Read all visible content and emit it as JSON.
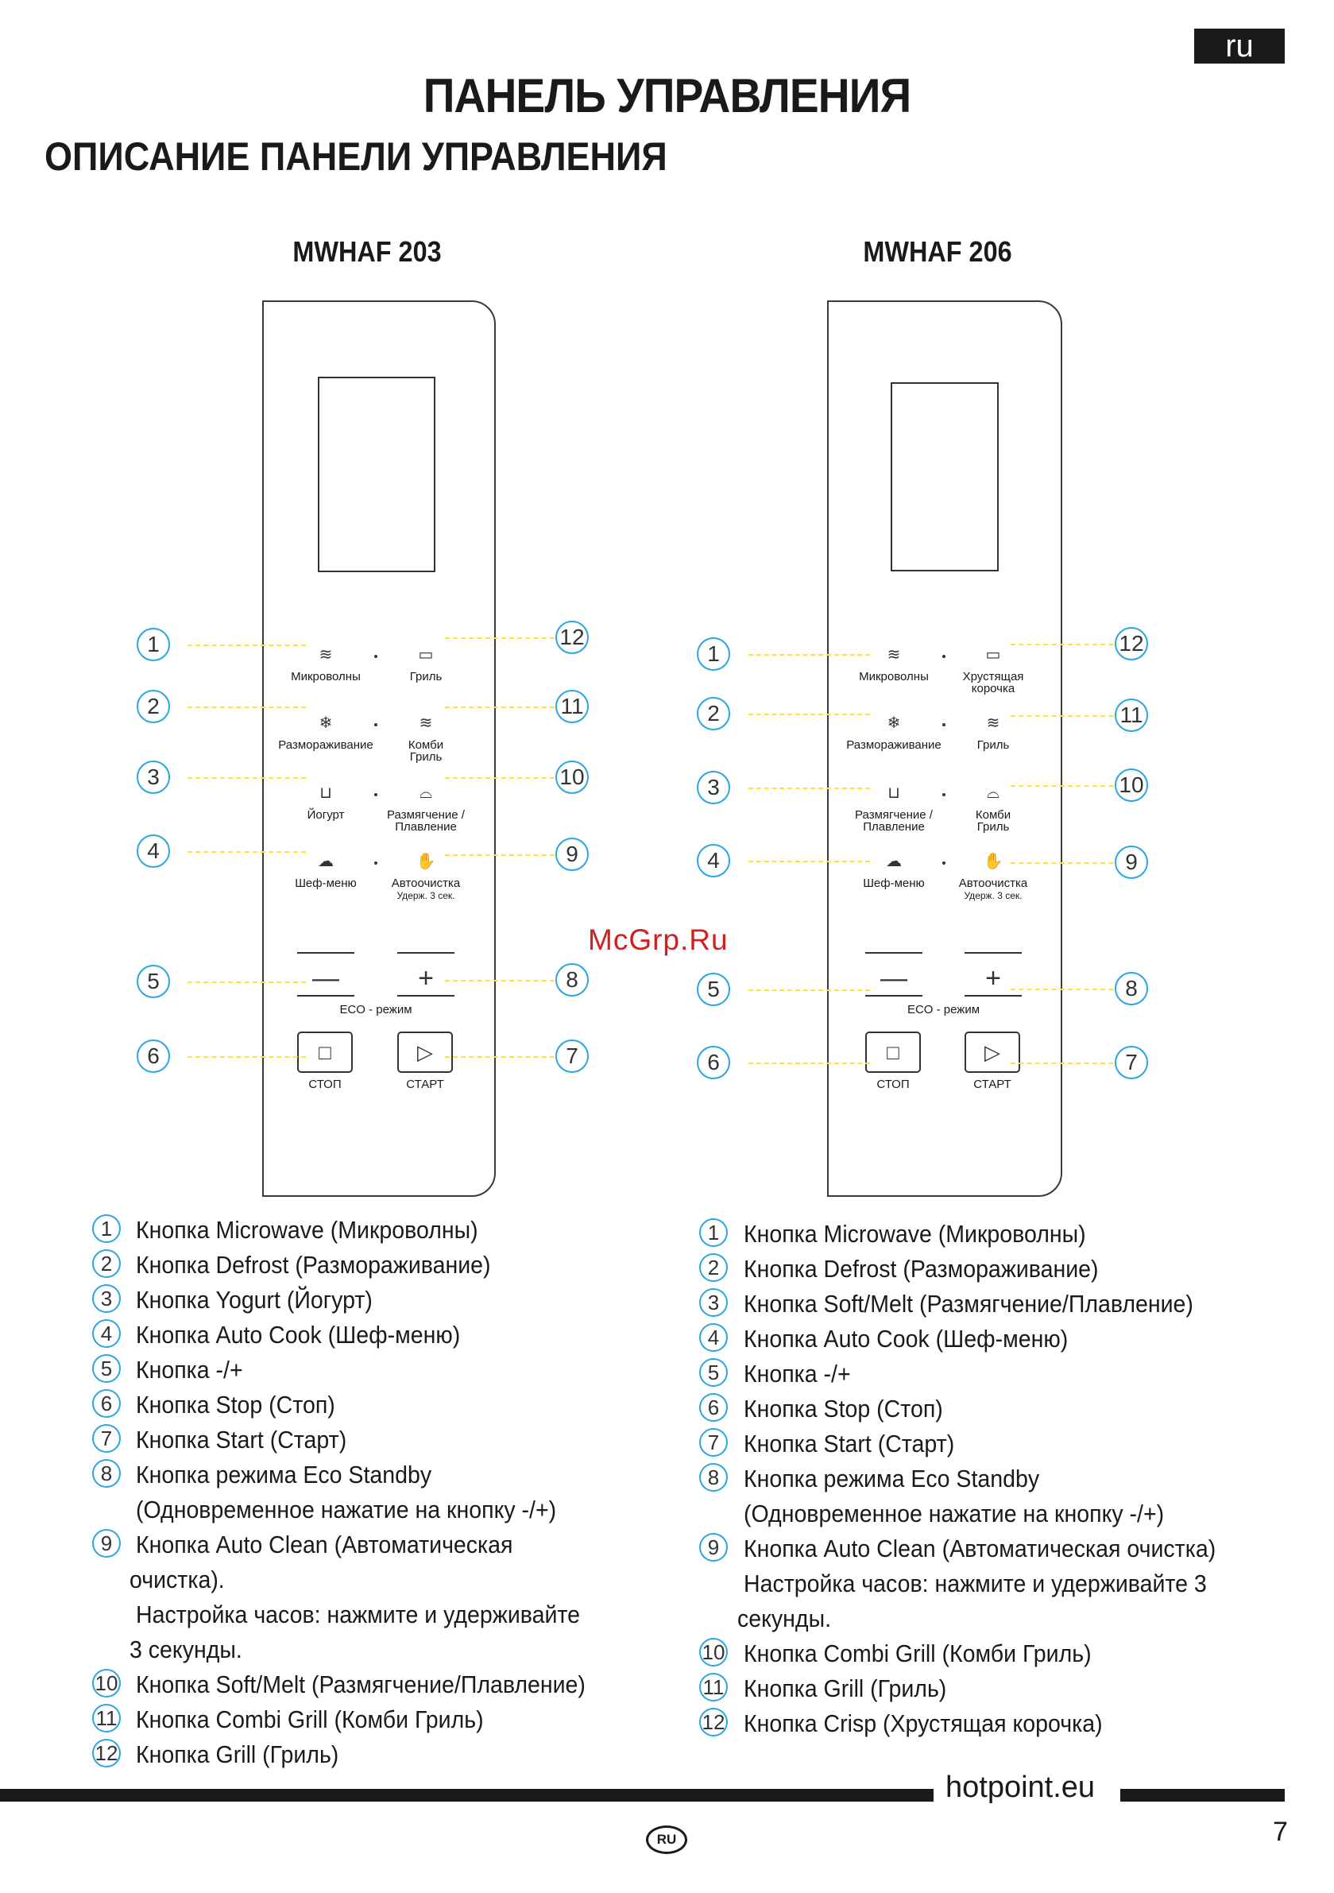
{
  "lang_tag": "ru",
  "title": "ПАНЕЛЬ УПРАВЛЕНИЯ",
  "subtitle": "ОПИСАНИЕ ПАНЕЛИ УПРАВЛЕНИЯ",
  "watermark": "McGrp.Ru",
  "panels": [
    {
      "model": "MWHAF 203",
      "buttons": {
        "b1": "Микроволны",
        "b12": "Гриль",
        "b2": "Размораживание",
        "b11": "Комби\nГриль",
        "b3": "Йогурт",
        "b10": "Размягчение /\nПлавление",
        "b4": "Шеф-меню",
        "b9": "Автоочистка",
        "b9_hint": "Удерж. 3 сек."
      },
      "minus": "—",
      "plus": "+",
      "eco": "ECO - режим",
      "stop": "СТОП",
      "start": "СТАРТ",
      "numbers": [
        "1",
        "2",
        "3",
        "4",
        "5",
        "6",
        "7",
        "8",
        "9",
        "10",
        "11",
        "12"
      ]
    },
    {
      "model": "MWHAF 206",
      "buttons": {
        "b1": "Микроволны",
        "b12": "Хрустящая\nкорочка",
        "b2": "Размораживание",
        "b11": "Гриль",
        "b3": "Размягчение /\nПлавление",
        "b10": "Комби\nГриль",
        "b4": "Шеф-меню",
        "b9": "Автоочистка",
        "b9_hint": "Удерж. 3 сек."
      },
      "minus": "—",
      "plus": "+",
      "eco": "ECO - режим",
      "stop": "СТОП",
      "start": "СТАРТ",
      "numbers": [
        "1",
        "2",
        "3",
        "4",
        "5",
        "6",
        "7",
        "8",
        "9",
        "10",
        "11",
        "12"
      ]
    }
  ],
  "list_left": [
    {
      "num": "1",
      "text": "Кнопка Microwave (Микроволны)"
    },
    {
      "num": "2",
      "text": "Кнопка Defrost (Размораживание)"
    },
    {
      "num": "3",
      "text": "Кнопка Yogurt (Йогурт)"
    },
    {
      "num": "4",
      "text": "Кнопка Auto Cook (Шеф-меню)"
    },
    {
      "num": "5",
      "text": "Кнопка -/+"
    },
    {
      "num": "6",
      "text": "Кнопка Stop (Стоп)"
    },
    {
      "num": "7",
      "text": "Кнопка Start (Старт)"
    },
    {
      "num": "8",
      "text": "Кнопка режима Eco Standby"
    },
    {
      "num": "",
      "text": "(Одновременное нажатие на кнопку -/+)"
    },
    {
      "num": "9",
      "text": "Кнопка Auto Clean (Автоматическая"
    },
    {
      "num": "",
      "text": "очистка)."
    },
    {
      "num": "",
      "text": "Настройка часов: нажмите и удерживайте"
    },
    {
      "num": "",
      "text": "3 секунды."
    },
    {
      "num": "10",
      "text": "Кнопка Soft/Melt (Размягчение/Плавление)"
    },
    {
      "num": "11",
      "text": "Кнопка Combi Grill (Комби Гриль)"
    },
    {
      "num": "12",
      "text": "Кнопка Grill (Гриль)"
    }
  ],
  "list_right": [
    {
      "num": "1",
      "text": "Кнопка Microwave (Микроволны)"
    },
    {
      "num": "2",
      "text": "Кнопка Defrost (Размораживание)"
    },
    {
      "num": "3",
      "text": "Кнопка Soft/Melt (Размягчение/Плавление)"
    },
    {
      "num": "4",
      "text": "Кнопка Auto Cook (Шеф-меню)"
    },
    {
      "num": "5",
      "text": "Кнопка -/+"
    },
    {
      "num": "6",
      "text": "Кнопка Stop (Стоп)"
    },
    {
      "num": "7",
      "text": "Кнопка Start (Старт)"
    },
    {
      "num": "8",
      "text": "Кнопка режима Eco Standby"
    },
    {
      "num": "",
      "text": "(Одновременное нажатие на кнопку -/+)"
    },
    {
      "num": "9",
      "text": "Кнопка Auto Clean (Автоматическая очистка)"
    },
    {
      "num": "",
      "text": "Настройка часов: нажмите и удерживайте 3"
    },
    {
      "num": "",
      "text": "секунды."
    },
    {
      "num": "10",
      "text": "Кнопка Combi Grill (Комби Гриль)"
    },
    {
      "num": "11",
      "text": "Кнопка Grill (Гриль)"
    },
    {
      "num": "12",
      "text": "Кнопка Crisp (Хрустящая корочка)"
    }
  ],
  "footer": {
    "site": "hotpoint.eu",
    "badge": "RU",
    "page": "7"
  }
}
